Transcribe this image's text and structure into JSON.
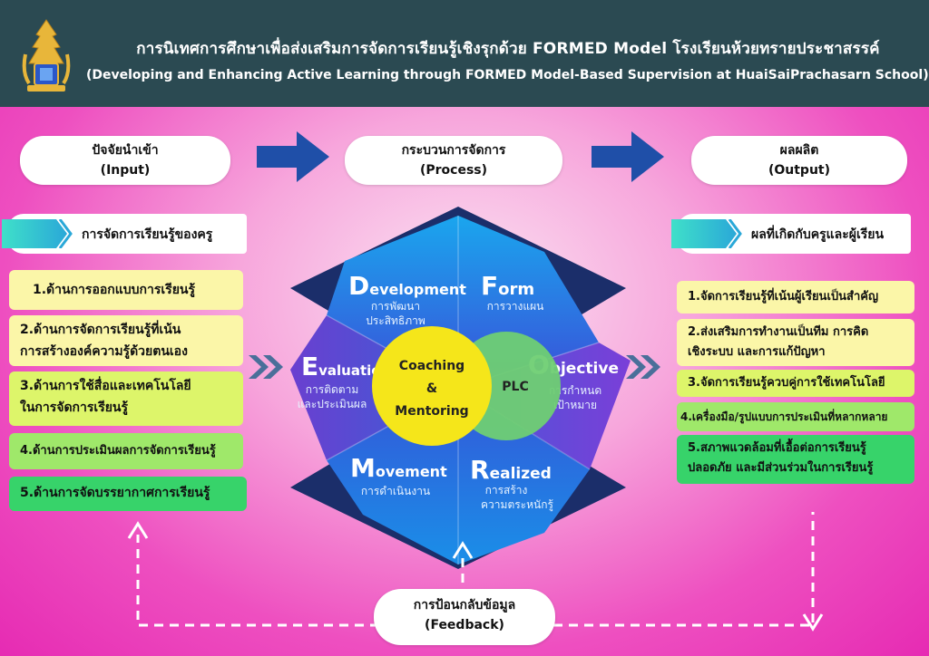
{
  "header": {
    "title_th": "การนิเทศการศึกษาเพื่อส่งเสริมการจัดการเรียนรู้เชิงรุกด้วย FORMED Model โรงเรียนห้วยทรายประชาสรรค์",
    "title_en": "(Developing and Enhancing Active Learning through FORMED Model-Based Supervision at HuaiSaiPrachasarn School)"
  },
  "stages": {
    "input": {
      "line1": "ปัจจัยนำเข้า",
      "line2": "(Input)"
    },
    "process": {
      "line1": "กระบวนการจัดการ",
      "line2": "(Process)"
    },
    "output": {
      "line1": "ผลผลิต",
      "line2": "(Output)"
    }
  },
  "left": {
    "heading": "การจัดการเรียนรู้ของครู",
    "items": [
      {
        "l1": "1.ด้านการออกแบบการเรียนรู้",
        "l2": ""
      },
      {
        "l1": "2.ด้านการจัดการเรียนรู้ที่เน้น",
        "l2": "การสร้างองค์ความรู้ด้วยตนเอง"
      },
      {
        "l1": "3.ด้านการใช้สื่อและเทคโนโลยี",
        "l2": "ในการจัดการเรียนรู้"
      },
      {
        "l1": "4.ด้านการประเมินผลการจัดการเรียนรู้",
        "l2": ""
      },
      {
        "l1": "5.ด้านการจัดบรรยากาศการเรียนรู้",
        "l2": ""
      }
    ]
  },
  "right": {
    "heading": "ผลที่เกิดกับครูและผู้เรียน",
    "items": [
      {
        "l1": "1.จัดการเรียนรู้ที่เน้นผู้เรียนเป็นสำคัญ",
        "l2": ""
      },
      {
        "l1": "2.ส่งเสริมการทำงานเป็นทีม การคิด",
        "l2": "เชิงระบบ และการแก้ปัญหา"
      },
      {
        "l1": "3.จัดการเรียนรู้ควบคู่การใช้เทคโนโลยี",
        "l2": ""
      },
      {
        "l1": "4.เครื่องมือ/รูปแบบการประเมินที่หลากหลาย",
        "l2": ""
      },
      {
        "l1": "5.สภาพแวดล้อมที่เอื้อต่อการเรียนรู้",
        "l2": "ปลอดภัย และมีส่วนร่วมในการเรียนรู้"
      }
    ]
  },
  "hexagon": {
    "segments": {
      "development": {
        "initial": "D",
        "rest": "evelopment",
        "th1": "การพัฒนา",
        "th2": "ประสิทธิภาพ"
      },
      "form": {
        "initial": "F",
        "rest": "orm",
        "th1": "การวางแผน",
        "th2": ""
      },
      "objective": {
        "initial": "O",
        "rest": "bjective",
        "th1": "การกำหนด",
        "th2": "เป้าหมาย"
      },
      "realized": {
        "initial": "R",
        "rest": "ealized",
        "th1": "การสร้าง",
        "th2": "ความตระหนักรู้"
      },
      "movement": {
        "initial": "M",
        "rest": "ovement",
        "th1": "การดำเนินงาน",
        "th2": ""
      },
      "evaluation": {
        "initial": "E",
        "rest": "valuation",
        "th1": "การติดตาม",
        "th2": "และประเมินผล"
      }
    },
    "center_left": {
      "l1": "Coaching",
      "l2": "&",
      "l3": "Mentoring"
    },
    "center_right": "PLC"
  },
  "feedback": {
    "line1": "การป้อนกลับข้อมูล",
    "line2": "(Feedback)"
  },
  "colors": {
    "header_bg": "#2b4a52",
    "arrow_blue": "#1f4fa8",
    "item_yellow": "#fbf6a8",
    "item_lime": "#ddf56a",
    "item_green": "#37d36a",
    "circle_yellow": "#f5e61a",
    "circle_green": "#6fcf73"
  }
}
